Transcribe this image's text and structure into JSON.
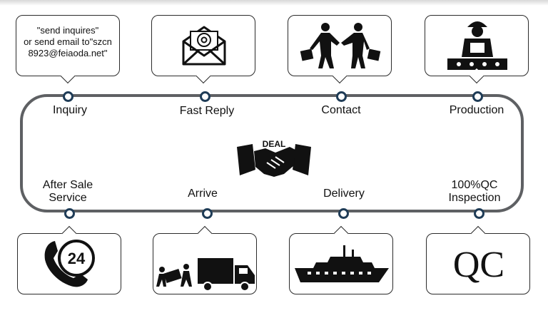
{
  "colors": {
    "track": "#5e6063",
    "node": "#1f3c57",
    "ink": "#111111"
  },
  "inquiry_note": "\"send inquires\"\nor send email to\"szcn\n8923@feiaoda.net\"",
  "center": {
    "deal_label": "DEAL",
    "icon": "handshake-icon"
  },
  "steps": {
    "inquiry": {
      "label": "Inquiry",
      "icon": "email-note"
    },
    "fast_reply": {
      "label": "Fast Reply",
      "icon": "envelope-at-icon"
    },
    "contact": {
      "label": "Contact",
      "icon": "businessmen-handshake-icon"
    },
    "production": {
      "label": "Production",
      "icon": "worker-icon"
    },
    "qc": {
      "label": "100%QC\nInspection",
      "icon": "qc-icon",
      "badge": "QC"
    },
    "delivery": {
      "label": "Delivery",
      "icon": "ship-icon"
    },
    "arrive": {
      "label": "Arrive",
      "icon": "truck-icon"
    },
    "after_sale": {
      "label": "After Sale\nService",
      "icon": "phone-24-icon",
      "badge": "24"
    }
  }
}
